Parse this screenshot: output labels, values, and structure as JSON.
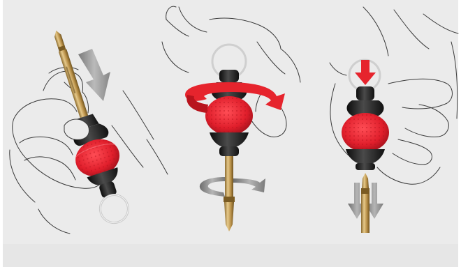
{
  "illustration": {
    "panels": [
      {
        "step": 1,
        "motion": "push-down"
      },
      {
        "step": 2,
        "motion": "rotate"
      },
      {
        "step": 3,
        "motion": "push-down-release"
      }
    ]
  },
  "colors": {
    "background": "#ebebeb",
    "outline": "#3a3a3a",
    "grip_red": "#e01e2b",
    "grip_dark_red": "#a3101a",
    "handle_black": "#1e1e1e",
    "bit_gold": "#c9a25a",
    "arrow_gray": "#8f8f8f",
    "arrow_red": "#e6242d"
  },
  "icons": [
    "hand-icon",
    "screwdriver-icon",
    "arrow-down-icon",
    "rotate-arrow-icon",
    "keyring-icon"
  ]
}
